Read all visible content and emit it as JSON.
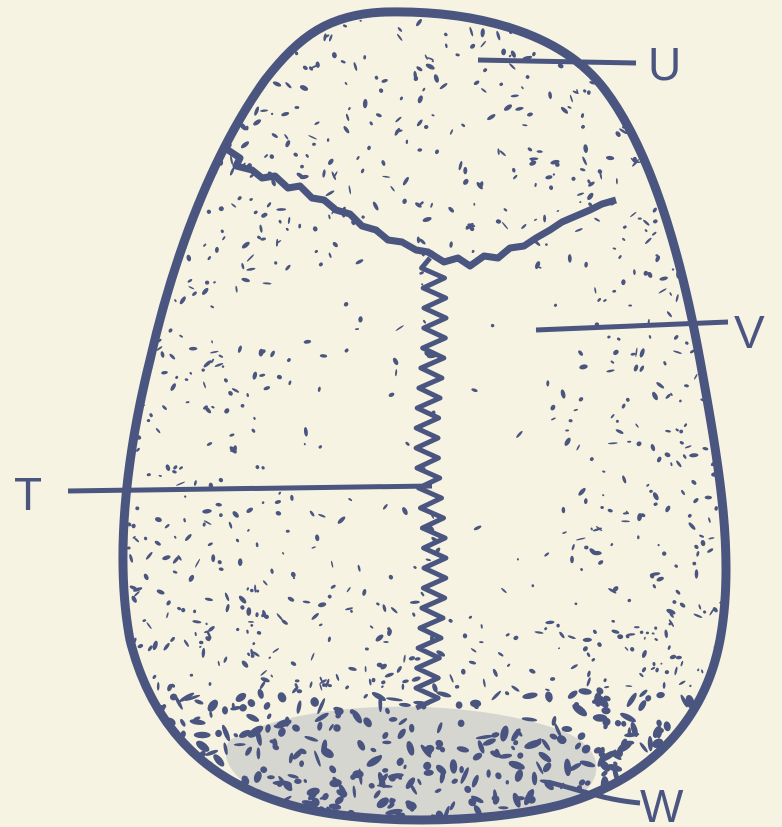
{
  "colors": {
    "background": "#f6f3e2",
    "ink": "#4a5580"
  },
  "labels": {
    "U": "U",
    "V": "V",
    "T": "T",
    "W": "W"
  }
}
